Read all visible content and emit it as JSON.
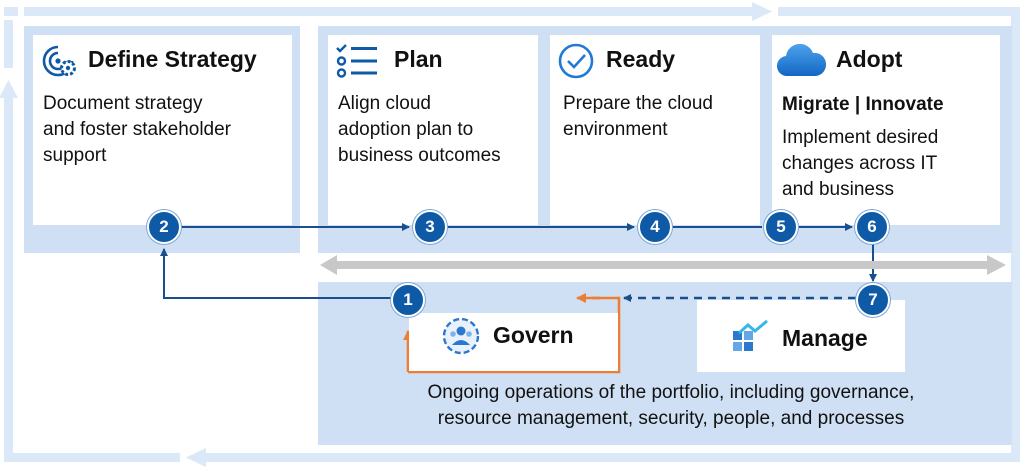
{
  "stages": [
    {
      "id": "define-strategy",
      "title": "Define Strategy",
      "lines": [
        "Document strategy",
        "and foster stakeholder",
        "support"
      ]
    },
    {
      "id": "plan",
      "title": "Plan",
      "lines": [
        "Align cloud",
        "adoption plan to",
        "business outcomes"
      ]
    },
    {
      "id": "ready",
      "title": "Ready",
      "lines": [
        "Prepare the cloud",
        "environment"
      ]
    },
    {
      "id": "adopt",
      "title": "Adopt",
      "subtitle": "Migrate | Innovate",
      "lines": [
        "Implement desired",
        "changes across IT",
        "and business"
      ]
    },
    {
      "id": "govern",
      "title": "Govern"
    },
    {
      "id": "manage",
      "title": "Manage"
    }
  ],
  "ongoing": [
    "Ongoing operations of the portfolio, including governance,",
    "resource management, security, people, and processes"
  ],
  "nodes": [
    "1",
    "2",
    "3",
    "4",
    "5",
    "6",
    "7"
  ],
  "colors": {
    "panel": "#cfe0f4",
    "node": "#0f5aa6",
    "arrow": "#1a4f8f",
    "govern": "#ed7d31",
    "loop": "#dbe8f7",
    "double_arrow": "#c8c8c8"
  },
  "icons": {
    "define-strategy": "target-gear-icon",
    "plan": "checklist-icon",
    "ready": "check-circle-icon",
    "adopt": "cloud-icon",
    "govern": "people-shield-icon",
    "manage": "dashboard-chart-icon"
  }
}
